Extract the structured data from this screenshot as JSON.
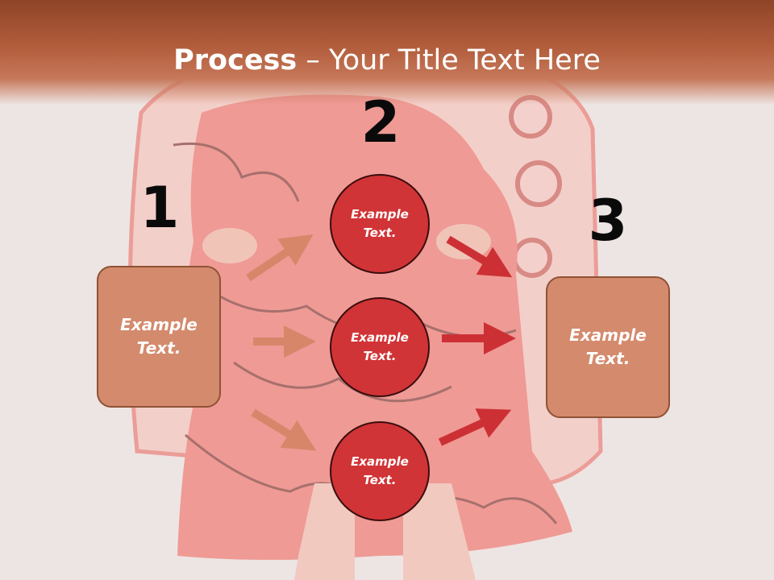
{
  "slide": {
    "title_bold": "Process",
    "title_rest": " – Your Title Text Here"
  },
  "steps": {
    "one": "1",
    "two": "2",
    "three": "3"
  },
  "boxes": {
    "left": "Example Text.",
    "right": "Example Text."
  },
  "circles": {
    "top": "Example Text.",
    "middle": "Example Text.",
    "bottom": "Example Text."
  },
  "colors": {
    "header": "#b25d3c",
    "box_fill": "#d48a6c",
    "circle_fill": "#d13436",
    "arrow_left": "#d8866a",
    "arrow_right": "#cc3035"
  }
}
